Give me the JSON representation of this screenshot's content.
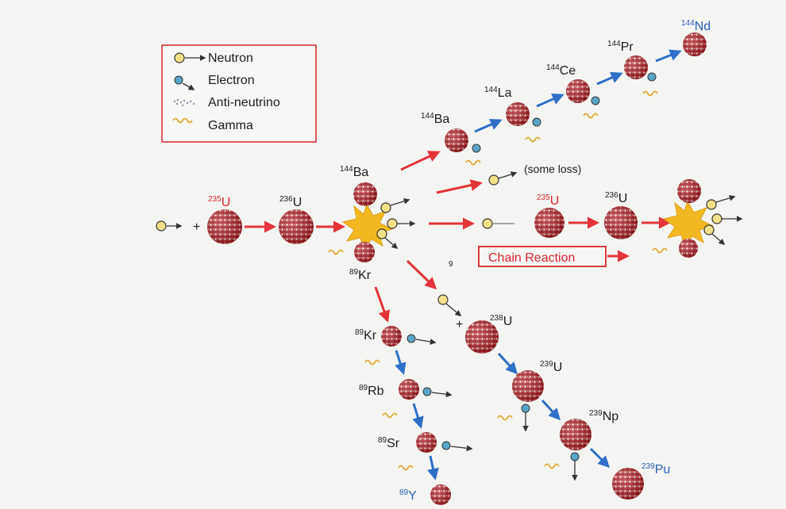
{
  "legend": {
    "neutron": "Neutron",
    "electron": "Electron",
    "antineutrino": "Anti-neutrino",
    "gamma": "Gamma"
  },
  "labels": {
    "u235_mass": "235",
    "u235_sym": "U",
    "u236_mass": "236",
    "u236_sym": "U",
    "ba144_mass": "144",
    "ba144_sym": "Ba",
    "kr89_mass": "89",
    "kr89_sym": "Kr",
    "ba144b_mass": "144",
    "ba144b_sym": "Ba",
    "la144_mass": "144",
    "la144_sym": "La",
    "ce144_mass": "144",
    "ce144_sym": "Ce",
    "pr144_mass": "144",
    "pr144_sym": "Pr",
    "nd144_mass": "144",
    "nd144_sym": "Nd",
    "some_loss": "(some loss)",
    "u235b_mass": "235",
    "u235b_sym": "U",
    "u236b_mass": "236",
    "u236b_sym": "U",
    "chain_reaction": "Chain Reaction",
    "stray_nine": "9",
    "plus1": "+",
    "plus2": "+",
    "u238_mass": "238",
    "u238_sym": "U",
    "u239_mass": "239",
    "u239_sym": "U",
    "np239_mass": "239",
    "np239_sym": "Np",
    "pu239_mass": "239",
    "pu239_sym": "Pu",
    "kr89b_mass": "89",
    "kr89b_sym": "Kr",
    "rb89_mass": "89",
    "rb89_sym": "Rb",
    "sr89_mass": "89",
    "sr89_sym": "Sr",
    "y89_mass": "89",
    "y89_sym": "Y"
  },
  "colors": {
    "red_arrow": "#e3343a",
    "blue_arrow": "#2f6fc6",
    "neutron_fill": "#f2e08a",
    "electron_fill": "#5aa6c8",
    "star": "#f2b821",
    "gamma": "#e0a93a",
    "nucleus_red": "#b8232b",
    "nucleus_white": "#eeeeee",
    "legend_border": "#d8262b"
  }
}
